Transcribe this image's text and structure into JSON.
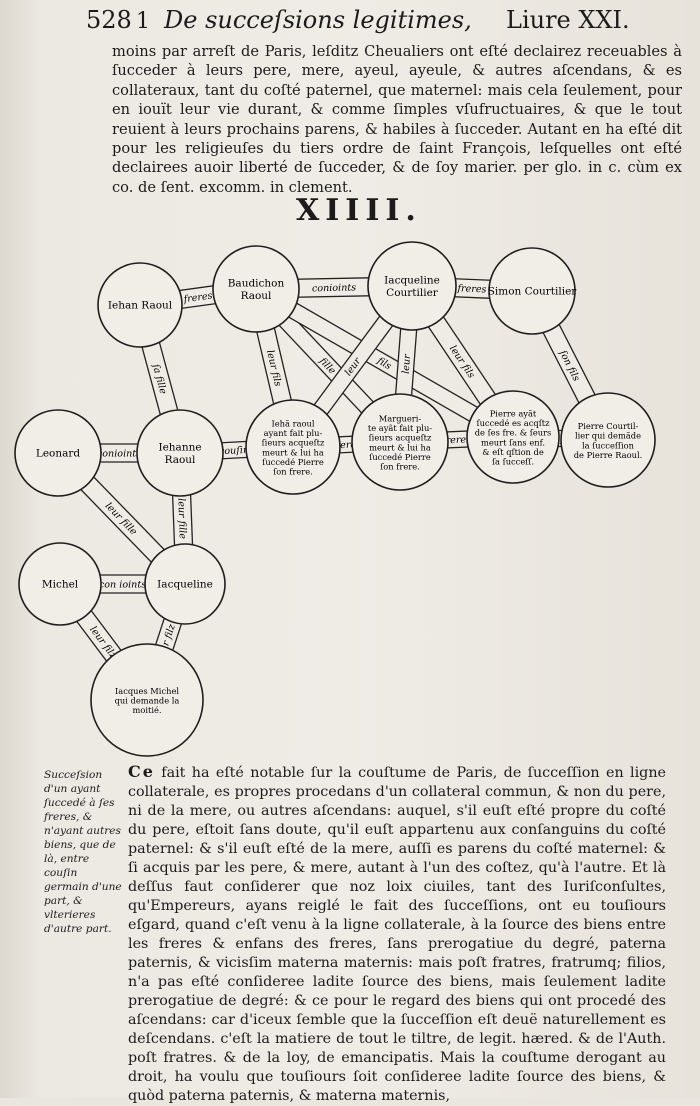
{
  "header": {
    "page_number": "528",
    "mark": "1",
    "title": "De succeſsions legitimes,",
    "livre": "Liure XXI."
  },
  "intro_text": "moins par arreſt de Paris, leſditz Cheualiers ont eſté declairez receuables à ſucceder à leurs pere, mere, ayeul, ayeule, & autres aſcendans, & es collateraux, tant du coſté paternel, que maternel: mais cela ſeulement, pour en iouït leur vie durant, & comme ſimples vſufructuaires, & que le tout reuient à leurs prochains parens, & habiles à ſucceder. Autant en ha eſté dit pour les religieuſes du tiers ordre de ſaint François, leſquelles ont eſté declairees auoir liberté de ſucceder, & de ſoy marier. per glo. in c. cùm ex co. de ſent. excomm. in clement.",
  "section_number": "XIIII.",
  "tree": {
    "nodes": [
      {
        "id": "ichan",
        "lines": [
          "Iehan Raoul"
        ]
      },
      {
        "id": "baudichon",
        "lines": [
          "Baudichon",
          "Raoul"
        ]
      },
      {
        "id": "iacqueline_c",
        "lines": [
          "Iacqueline",
          "Courtilier"
        ]
      },
      {
        "id": "simon",
        "lines": [
          "Simon Courtilier"
        ]
      },
      {
        "id": "leonard",
        "lines": [
          "Leonard"
        ]
      },
      {
        "id": "iehanne",
        "lines": [
          "Iehanne",
          "Raoul"
        ]
      },
      {
        "id": "iehan_r2",
        "lines": [
          "Iehã raoul",
          "ayant fait plu-",
          "ſieurs acqueſtz",
          "meurt & lui ha",
          "ſuccedé Pierre",
          "ſon frere."
        ]
      },
      {
        "id": "marguerite",
        "lines": [
          "Margueri-",
          "te ayãt fait plu-",
          "ſieurs acqueſtz",
          "meurt & lui ha",
          "ſuccedé Pierre",
          "ſon frere."
        ]
      },
      {
        "id": "pierre",
        "lines": [
          "Pierre ayãt",
          "ſuccedé es acqſtz",
          "de ſes fre. & ſeurs",
          "meurt ſans enf.",
          "& eſt qſtion de",
          "ſa ſucceſſ."
        ]
      },
      {
        "id": "pierre_c",
        "lines": [
          "Pierre Courtil-",
          "lier qui demãde",
          "la ſucceſſion",
          "de Pierre Raoul."
        ]
      },
      {
        "id": "michel",
        "lines": [
          "Michel"
        ]
      },
      {
        "id": "iacqueline",
        "lines": [
          "Iacqueline"
        ]
      },
      {
        "id": "iacques",
        "lines": [
          "Iacques Michel",
          "qui demande la",
          "moitié."
        ]
      }
    ],
    "edge_labels": {
      "freres": "freres",
      "conioints": "conioints",
      "coniointz": "con ioints",
      "sa_fille": "ſa fille",
      "leur_fils": "leur fils",
      "leur_fille": "leur fille",
      "leur_filz": "leur filz",
      "cousins": "couſins",
      "son_fils": "ſon fils",
      "fils": "fils",
      "fille": "fille",
      "leur": "leur"
    }
  },
  "margin_note": "Succeſsion d'un ayant ſuccedé à ſes freres, & n'ayant autres biens, que de là, entre couſin germain d'une part, & vlterieres d'autre part.",
  "body": {
    "lead": "Ce",
    "text": " fait ha eſté notable ſur la couſtume de Paris, de ſucceſſion en ligne collaterale, es propres procedans d'un collateral commun, & non du pere, ni de la mere, ou autres aſcendans: auquel, s'il euſt eſté propre du coſté du pere, eſtoit ſans doute, qu'il euſt appartenu aux conſanguins du coſté paternel: & s'il euſt eſté de la mere, auſſi es parens du coſté maternel: & ſi acquis par les pere, & mere, autant à l'un des coſtez, qu'à l'autre. Et là deſſus faut conſiderer que noz loix ciuiles, tant des Iuriſconſultes, qu'Empereurs, ayans reiglé le fait des ſucceſſions, ont eu touſiours eſgard, quand c'eſt venu à la ligne collaterale, à la ſource des biens entre les freres & enfans des freres, ſans prerogatiue du degré, paterna paternis, & vicisſim materna maternis: mais poſt fratres, fratrumq; filios, n'a pas eſté conſideree ladite ſource des biens, mais ſeulement ladite prerogatiue de degré: & ce pour le regard des biens qui ont procedé des aſcendans: car d'iceux ſemble que la ſucceſſion eſt deuë naturellement es deſcendans. c'eſt la matiere de tout le tiltre, de legit. hæred. & de l'Auth. poſt fratres. & de la loy, de emancipatis. Mais la couſtume derogant au droit, ha voulu que touſiours ſoit conſideree ladite ſource des biens, & quòd paterna paternis, & materna maternis,"
  }
}
